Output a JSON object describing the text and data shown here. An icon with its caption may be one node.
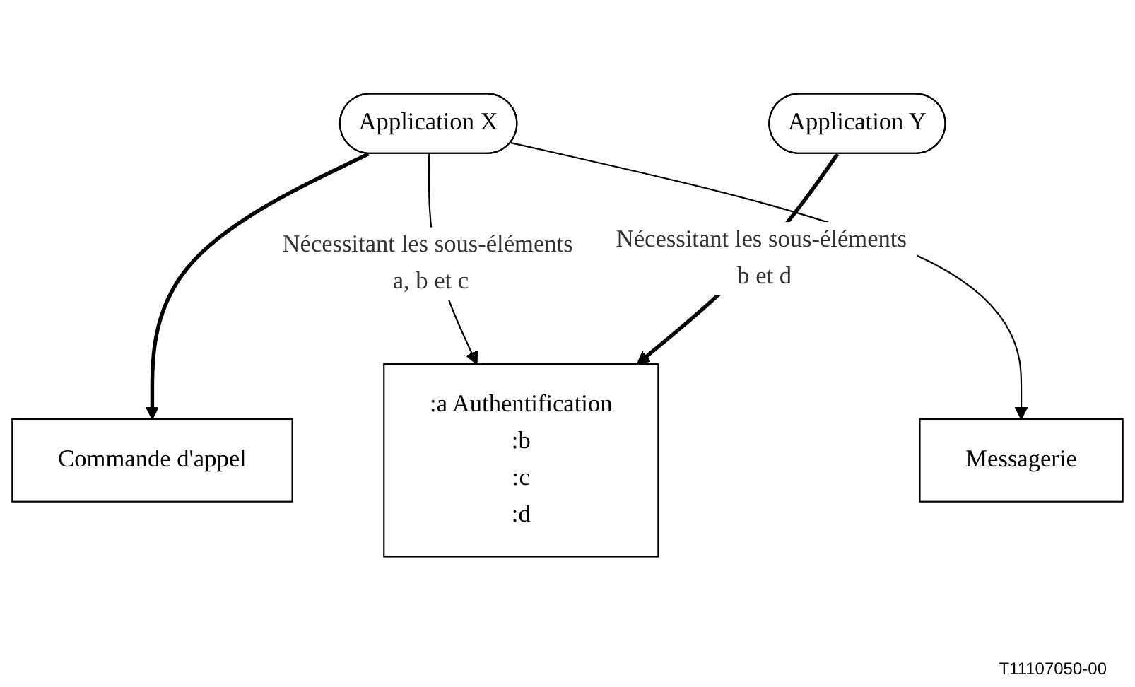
{
  "diagram": {
    "nodes": [
      {
        "text": [
          "Application X"
        ]
      },
      {
        "text": [
          "Application Y"
        ]
      },
      {
        "text": [
          "Commande d'appel"
        ]
      },
      {
        "text": [
          ":a Authentification",
          ":b",
          ":c",
          ":d"
        ]
      },
      {
        "text": [
          "Messagerie"
        ]
      }
    ],
    "edges": [
      {
        "from": 0,
        "to": 2,
        "arrow": "to",
        "style": "thick"
      },
      {
        "from": 0,
        "to": 3,
        "arrow": "to",
        "label": "Nécessitant les sous-éléments a, b et c"
      },
      {
        "from": 1,
        "to": 3,
        "arrow": "to",
        "style": "thick",
        "label": "Nécessitant les sous-éléments b et d"
      },
      {
        "from": 0,
        "to": 4,
        "arrow": "to"
      }
    ],
    "labels": [
      "T11107050-00"
    ]
  }
}
